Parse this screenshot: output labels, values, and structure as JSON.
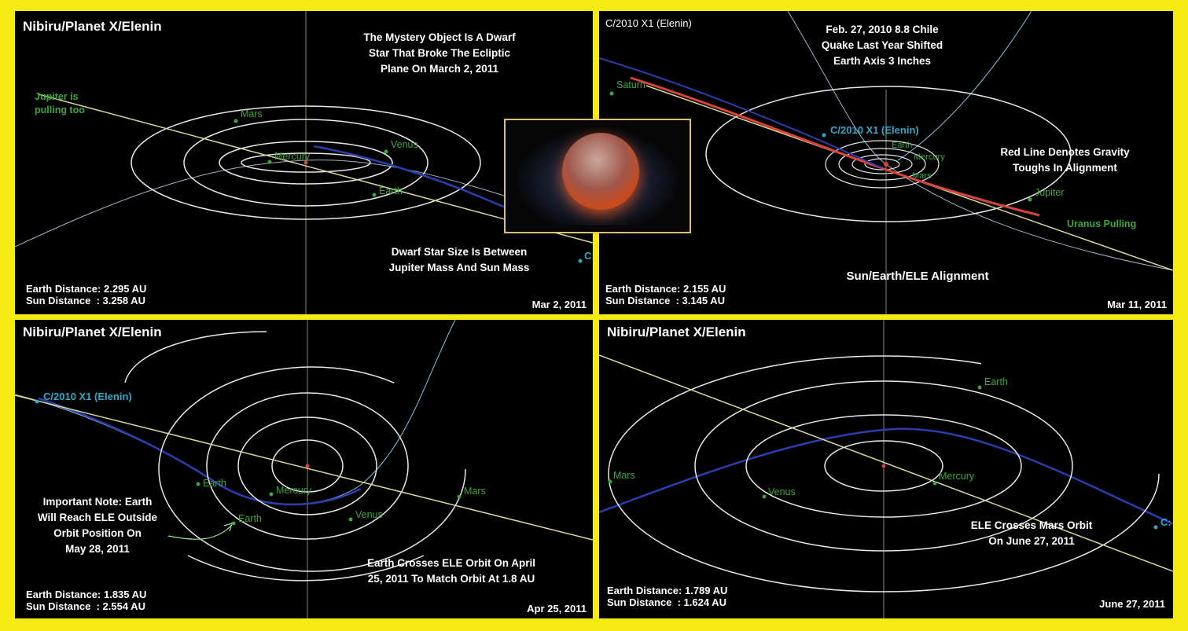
{
  "panels": [
    {
      "title": "Nibiru/Planet X/Elenin",
      "annotations": [
        "The Mystery Object Is A Dwarf\nStar That Broke The Ecliptic\nPlane On March 2, 2011",
        "Dwarf Star Size Is Between\nJupiter Mass And Sun Mass"
      ],
      "planet_labels": [
        "Jupiter is\npulling too",
        "Mars",
        "Mercury",
        "Venus",
        "Earth"
      ],
      "comet_label": "C:",
      "earth_distance": "Earth Distance: 2.295 AU",
      "sun_distance": "Sun Distance  : 3.258 AU",
      "date": "Mar 2, 2011"
    },
    {
      "title": "C/2010 X1 (Elenin)",
      "annotations": [
        "Feb. 27, 2010 8.8 Chile\nQuake Last Year Shifted\nEarth Axis 3 Inches",
        "Red Line Denotes Gravity\nToughs In Alignment",
        "Sun/Earth/ELE Alignment"
      ],
      "planet_labels": [
        "Saturn",
        "Jupiter",
        "Uranus Pulling",
        "Earth",
        "Mercury",
        "Mars"
      ],
      "comet_label": "C/2010 X1 (Elenin)",
      "earth_distance": "Earth Distance: 2.155 AU",
      "sun_distance": "Sun Distance  : 3.145 AU",
      "date": "Mar 11, 2011"
    },
    {
      "title": "Nibiru/Planet X/Elenin",
      "annotations": [
        "Important Note: Earth\nWill Reach ELE Outside\nOrbit Position On\nMay 28, 2011",
        "Earth Crosses ELE Orbit On April\n25, 2011 To Match Orbit At 1.8 AU"
      ],
      "planet_labels": [
        "Earth",
        "Mercury",
        "Mars",
        "Venus",
        "Earth"
      ],
      "comet_label": "C/2010 X1 (Elenin)",
      "earth_distance": "Earth Distance: 1.835 AU",
      "sun_distance": "Sun Distance  : 2.554 AU",
      "date": "Apr 25, 2011"
    },
    {
      "title": "Nibiru/Planet X/Elenin",
      "annotations": [
        "ELE Crosses Mars Orbit\nOn June 27, 2011"
      ],
      "planet_labels": [
        "Earth",
        "Mars",
        "Venus",
        "Mercury"
      ],
      "comet_label": "C:",
      "earth_distance": "Earth Distance: 1.789 AU",
      "sun_distance": "Sun Distance  : 1.624 AU",
      "date": "June 27, 2011"
    }
  ],
  "colors": {
    "frame": "#f5ea14",
    "background": "#000000",
    "text": "#ffffff",
    "planet_label": "#3fa540",
    "comet_label": "#34a7c6",
    "orbit": "#e8e8e8",
    "alignment_line": "#d8d89a",
    "gravity_line": "#d9433a",
    "comet_path": "#2a3fae"
  },
  "inset_image": "dwarf-star-glow"
}
